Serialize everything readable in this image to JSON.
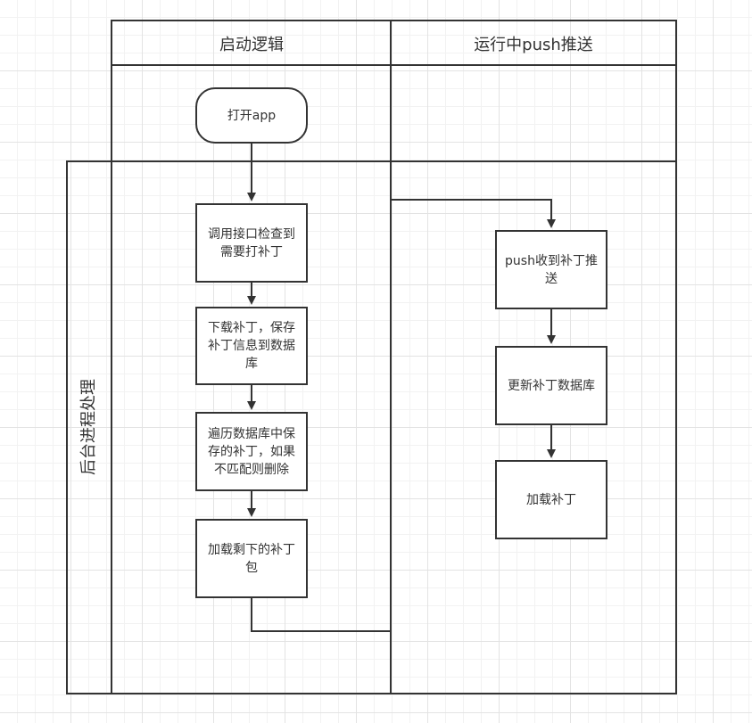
{
  "lanes": {
    "left_header": "启动逻辑",
    "right_header": "运行中push推送",
    "side_label": "后台进程处理"
  },
  "left_flow": {
    "start": "打开app",
    "step1": "调用接口检查到需要打补丁",
    "step2": "下载补丁，保存补丁信息到数据库",
    "step3": "遍历数据库中保存的补丁，如果不匹配则删除",
    "step4": "加载剩下的补丁包"
  },
  "right_flow": {
    "step1": "push收到补丁推送",
    "step2": "更新补丁数据库",
    "step3": "加载补丁"
  },
  "colors": {
    "stroke": "#333333",
    "grid": "#e3e3e3"
  }
}
